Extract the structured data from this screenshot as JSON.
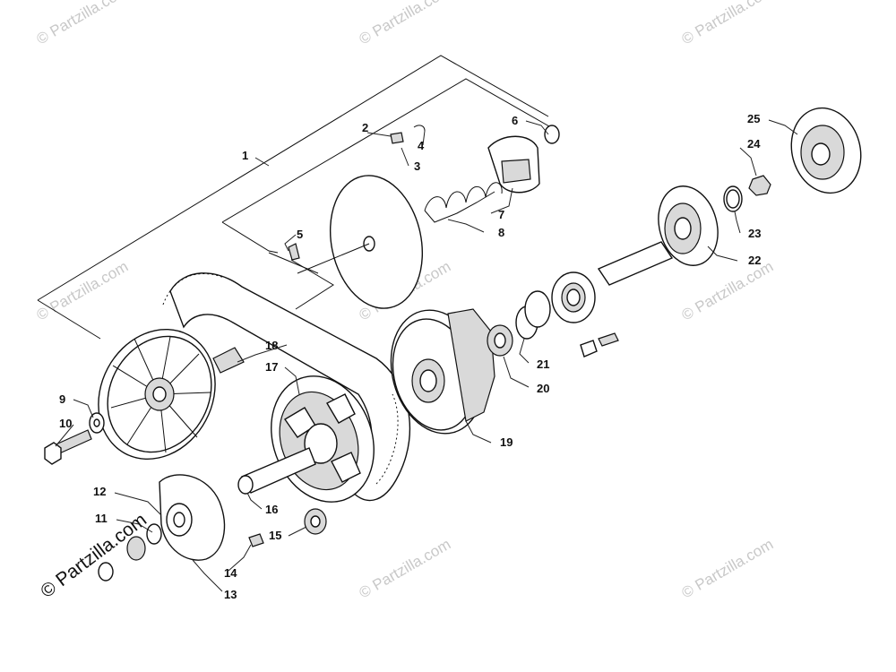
{
  "callouts": [
    "1",
    "2",
    "3",
    "4",
    "5",
    "6",
    "7",
    "8",
    "9",
    "10",
    "11",
    "12",
    "13",
    "14",
    "15",
    "16",
    "17",
    "18",
    "19",
    "20",
    "21",
    "22",
    "23",
    "24",
    "25"
  ],
  "watermark": {
    "corner": "© Partzilla.com",
    "tile": "© Partzilla.com"
  },
  "colors": {
    "ink": "#111111",
    "watermark": "#c8c8c8"
  }
}
